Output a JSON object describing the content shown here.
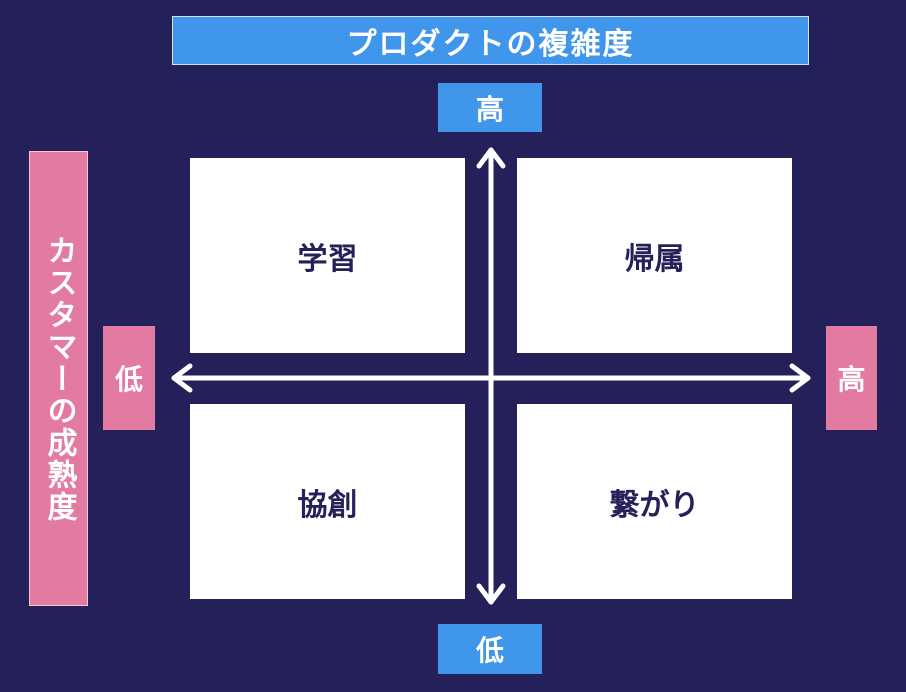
{
  "product_axis": {
    "title": "プロダクトの複雑度",
    "high_label": "高",
    "low_label": "低"
  },
  "customer_axis": {
    "title": "カスタマーの成熟度",
    "low_label": "低",
    "high_label": "高"
  },
  "quadrants": {
    "top_left": "学習",
    "top_right": "帰属",
    "bottom_left": "協創",
    "bottom_right": "繋がり"
  },
  "colors": {
    "background": "#24215a",
    "product_axis_label": "#3f96ea",
    "customer_axis_label": "#e27aa1",
    "quadrant_fill": "#ffffff",
    "arrow": "#ffffff"
  }
}
